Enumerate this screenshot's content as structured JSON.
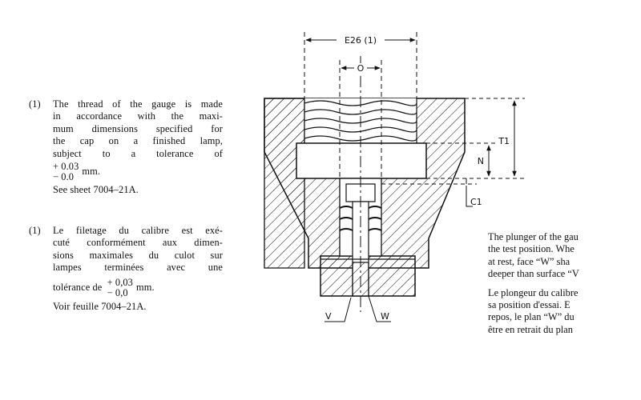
{
  "note_en": {
    "number": "(1)",
    "lines": [
      "The thread of the gauge is made",
      "in accordance with the maxi-",
      "mum dimensions specified for",
      "the cap on a finished lamp,",
      "subject to a tolerance of"
    ],
    "tol_plus": "+ 0.03",
    "tol_minus": "− 0.0",
    "unit": "mm.",
    "see_sheet": "See sheet 7004–21A."
  },
  "note_fr": {
    "number": "(1)",
    "lines": [
      "Le filetage du calibre est exé-",
      "cuté conformément aux dimen-",
      "sions maximales du culot sur",
      "lampes terminées avec une"
    ],
    "tol_prefix": "tolérance de",
    "tol_plus": "+ 0,03",
    "tol_minus": "− 0,0",
    "unit": "mm.",
    "see_sheet": "Voir feuille 7004–21A."
  },
  "right_text": {
    "en_lines": [
      "The plunger of the gau",
      "the test position.  Whe",
      "at rest, face “W” sha",
      "deeper than surface “V"
    ],
    "fr_lines": [
      "Le plongeur du calibre",
      "sa position d'essai. E",
      "repos, le plan “W” du",
      "être en retrait du plan"
    ]
  },
  "diagram": {
    "labels": {
      "e26": "E26 (1)",
      "o": "O",
      "t1": "T1",
      "n": "N",
      "c1": "C1",
      "v": "V",
      "w": "W"
    },
    "line_color": "#111111"
  }
}
